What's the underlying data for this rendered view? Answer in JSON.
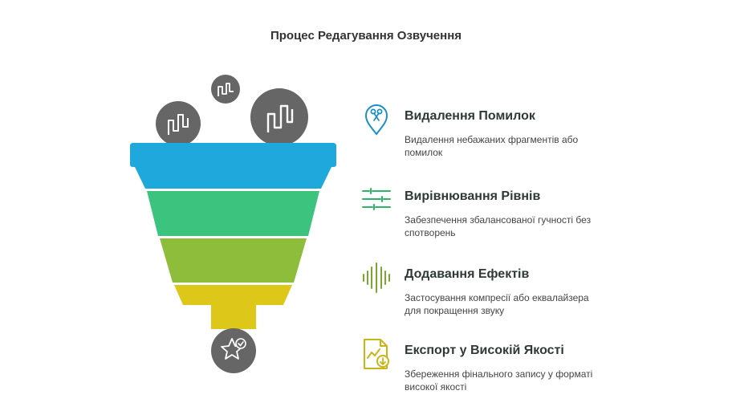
{
  "title": "Процес Редагування Озвучення",
  "colors": {
    "band1": "#1fa8dc",
    "band2": "#3cc47f",
    "band3": "#8dbd3a",
    "band4": "#ddc81a",
    "circle": "#666666",
    "icon1": "#1b8fc4",
    "icon2": "#2fb36b",
    "icon3": "#7aa730",
    "icon4": "#c9b515"
  },
  "steps": [
    {
      "title": "Видалення Помилок",
      "desc": "Видалення небажаних фрагментів або помилок",
      "icon": "scissors-pin-icon"
    },
    {
      "title": "Вирівнювання Рівнів",
      "desc": "Забезпечення збалансованої гучності без спотворень",
      "icon": "sliders-icon"
    },
    {
      "title": "Додавання Ефектів",
      "desc": "Застосування компресії або еквалайзера для покращення звуку",
      "icon": "soundwave-icon"
    },
    {
      "title": "Експорт у Високій Якості",
      "desc": "Збереження фінального запису у форматі високої якості",
      "icon": "export-chart-icon"
    }
  ]
}
